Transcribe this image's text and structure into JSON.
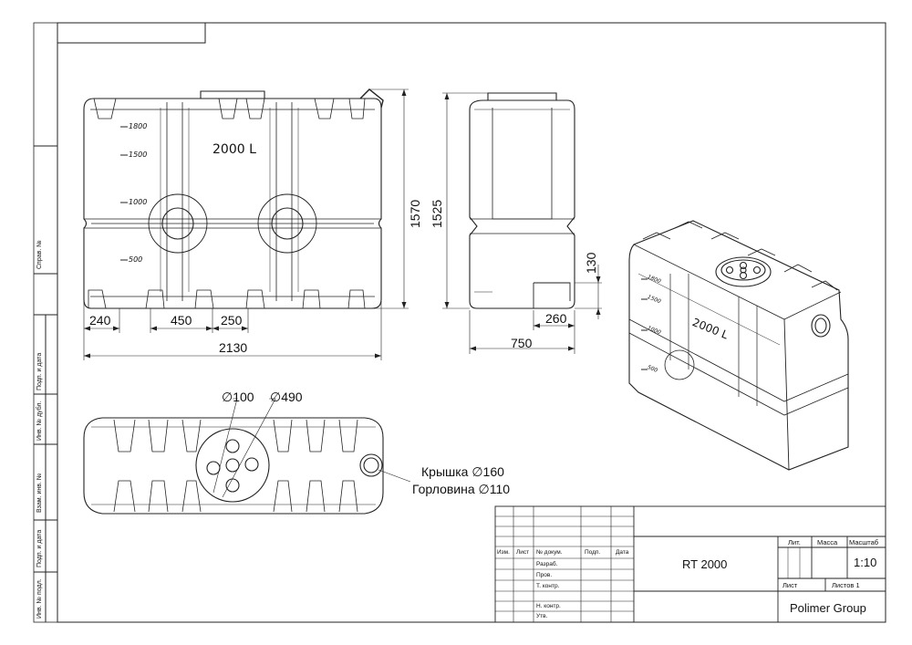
{
  "product": {
    "name": "RT 2000",
    "capacity_label": "2000 L",
    "level_marks": [
      "1800",
      "1500",
      "1000",
      "500"
    ]
  },
  "dimensions": {
    "front": {
      "height": "1570",
      "bottom_left": "240",
      "spacing_a": "450",
      "spacing_b": "250",
      "total_length": "2130"
    },
    "side": {
      "height": "1525",
      "ledge": "130",
      "foot": "260",
      "total_width": "750"
    },
    "top": {
      "port_dia": "∅100",
      "hatch_dia": "∅490"
    }
  },
  "notes": {
    "lid": "Крышка ∅160",
    "neck": "Горловина ∅110"
  },
  "side_strip": {
    "sprav_no": "Справ. №",
    "podp_data_1": "Подп. и дата",
    "inv_dubl": "Инв. № дубл.",
    "vzam_inv": "Взам. инв. №",
    "podp_data_2": "Подп. и дата",
    "inv_podl": "Инв. № подл."
  },
  "title_block": {
    "col_izm": "Изм.",
    "col_list": "Лист",
    "col_dokum": "№ докум.",
    "col_podp": "Подп.",
    "col_data": "Дата",
    "row_razrab": "Разраб.",
    "row_prov": "Пров.",
    "row_tkontr": "Т. контр.",
    "row_nkontr": "Н. контр.",
    "row_utv": "Утв.",
    "designation": "RT 2000",
    "lit_label": "Лит.",
    "mass_label": "Масса",
    "scale_label": "Масштаб",
    "scale_value": "1:10",
    "sheet_label": "Лист",
    "sheets_label": "Листов 1",
    "company": "Polimer Group"
  }
}
